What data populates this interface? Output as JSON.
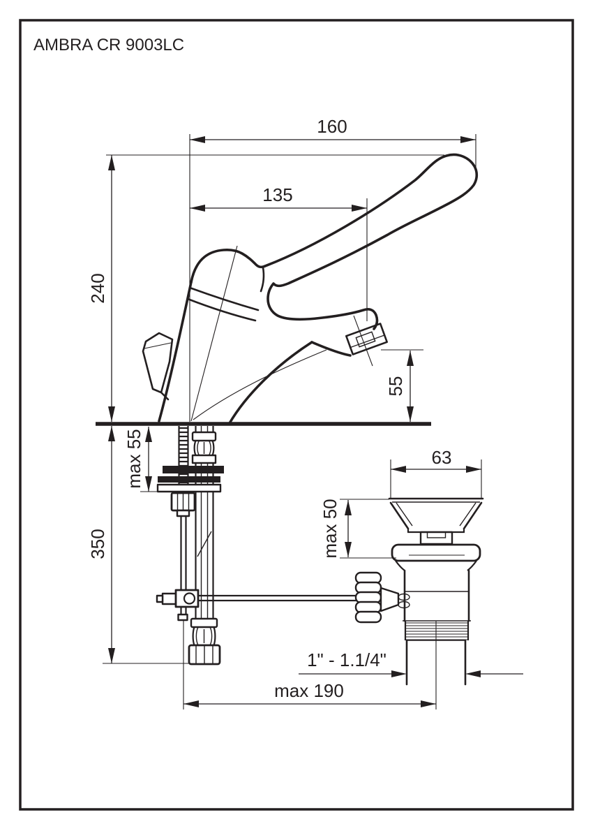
{
  "title": "AMBRA CR 9003LC",
  "ink_color": "#231f20",
  "background_color": "#ffffff",
  "dimensions": {
    "spout_reach": "160",
    "aerator_reach": "135",
    "overall_height": "240",
    "spout_height": "55",
    "deck_max_thickness": "max 55",
    "supply_length": "350",
    "waste_flange_width": "63",
    "waste_clamp_max": "max 50",
    "waste_thread_size": "1\" - 1.1/4\"",
    "popup_rod_max_reach": "max 190"
  }
}
